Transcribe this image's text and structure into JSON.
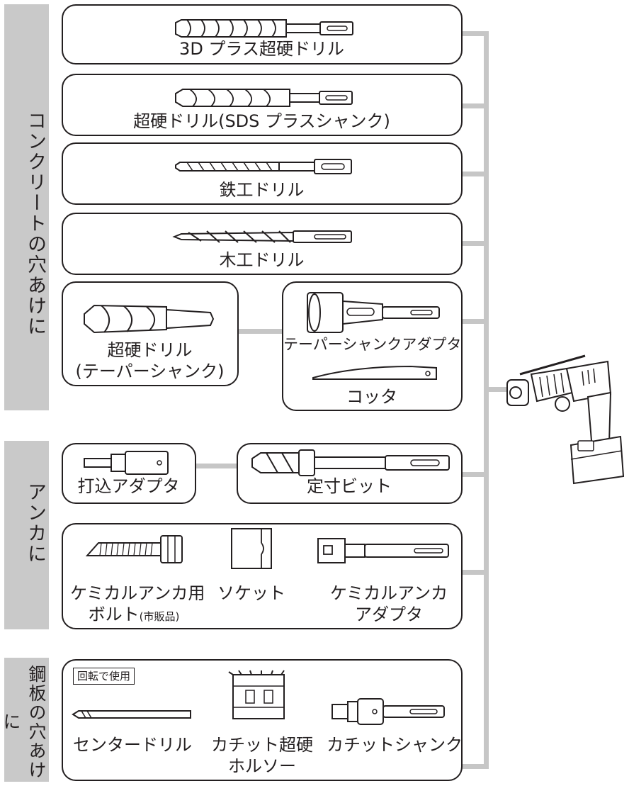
{
  "sections": [
    {
      "label": "コンクリートの穴あけに"
    },
    {
      "label": "アンカに"
    },
    {
      "label": "鋼板の穴あけに"
    }
  ],
  "items": {
    "drill_3d": "3D プラス超硬ドリル",
    "drill_sds": "超硬ドリル(SDS プラスシャンク)",
    "drill_iron": "鉄工ドリル",
    "drill_wood": "木工ドリル",
    "drill_taper_l1": "超硬ドリル",
    "drill_taper_l2": "(テーパーシャンク)",
    "taper_adapter": "テーパーシャンクアダプタ",
    "cotter": "コッタ",
    "drive_adapter": "打込アダプタ",
    "fixed_bit": "定寸ビット",
    "chem_bolt_l1": "ケミカルアンカ用",
    "chem_bolt_l2a": "ボルト",
    "chem_bolt_l2b": "(市販品)",
    "socket": "ソケット",
    "chem_adapter_l1": "ケミカルアンカ",
    "chem_adapter_l2": "アダプタ",
    "rotate_tag": "回転で使用",
    "center_drill": "センタードリル",
    "holesaw_l1": "カチット超硬",
    "holesaw_l2": "ホルソー",
    "shank": "カチットシャンク"
  },
  "colors": {
    "sidebar": "#c9c9c9",
    "connector": "#c6c6c6",
    "outline": "#231f20"
  }
}
